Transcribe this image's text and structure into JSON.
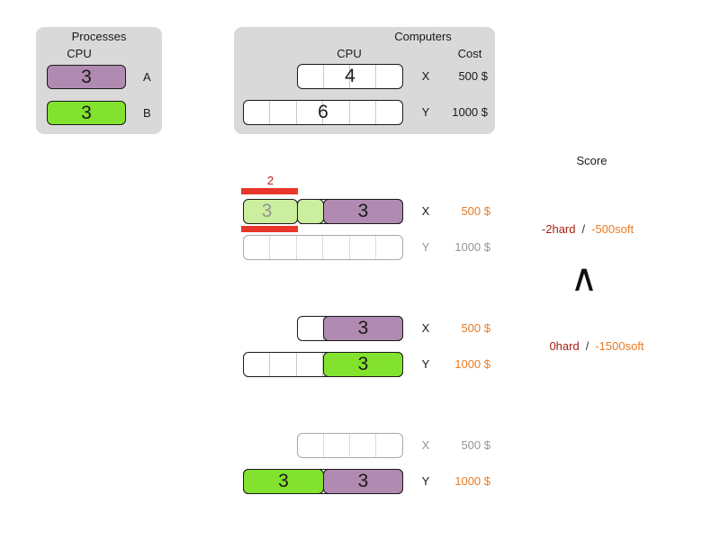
{
  "colors": {
    "panel_bg": "#d9d9d9",
    "purple": "#b18ab1",
    "green": "#83e22d",
    "light_green": "#cbee9f",
    "red_bracket": "#e8362b",
    "red_label": "#b3231a",
    "hard_red": "#a61e11",
    "soft_orange": "#e87c26",
    "gray_text": "#969696"
  },
  "processes_panel": {
    "title": "Processes",
    "cpu_header": "CPU",
    "rows": [
      {
        "label": "A",
        "cpu": "3"
      },
      {
        "label": "B",
        "cpu": "3"
      }
    ]
  },
  "computers_panel": {
    "title": "Computers",
    "cpu_header": "CPU",
    "cost_header": "Cost",
    "rows": [
      {
        "label": "X",
        "cpu": "4",
        "cost": "500 $"
      },
      {
        "label": "Y",
        "cpu": "6",
        "cost": "1000 $"
      }
    ]
  },
  "score_header": "Score",
  "comparator_symbol": "∧",
  "states": [
    {
      "overflow_label": "2",
      "x_label": "X",
      "x_cost": "500 $",
      "y_label": "Y",
      "y_cost": "1000 $",
      "process_b_overflow_cpu": "3",
      "process_a_cpu": "3",
      "score_hard": "-2hard",
      "score_separator": "/",
      "score_soft": "-500soft"
    },
    {
      "x_label": "X",
      "x_cost": "500 $",
      "y_label": "Y",
      "y_cost": "1000 $",
      "process_a_cpu": "3",
      "process_b_cpu": "3",
      "score_hard": "0hard",
      "score_separator": "/",
      "score_soft": "-1500soft"
    },
    {
      "x_label": "X",
      "x_cost": "500 $",
      "y_label": "Y",
      "y_cost": "1000 $",
      "process_b_cpu": "3",
      "process_a_cpu": "3"
    }
  ]
}
